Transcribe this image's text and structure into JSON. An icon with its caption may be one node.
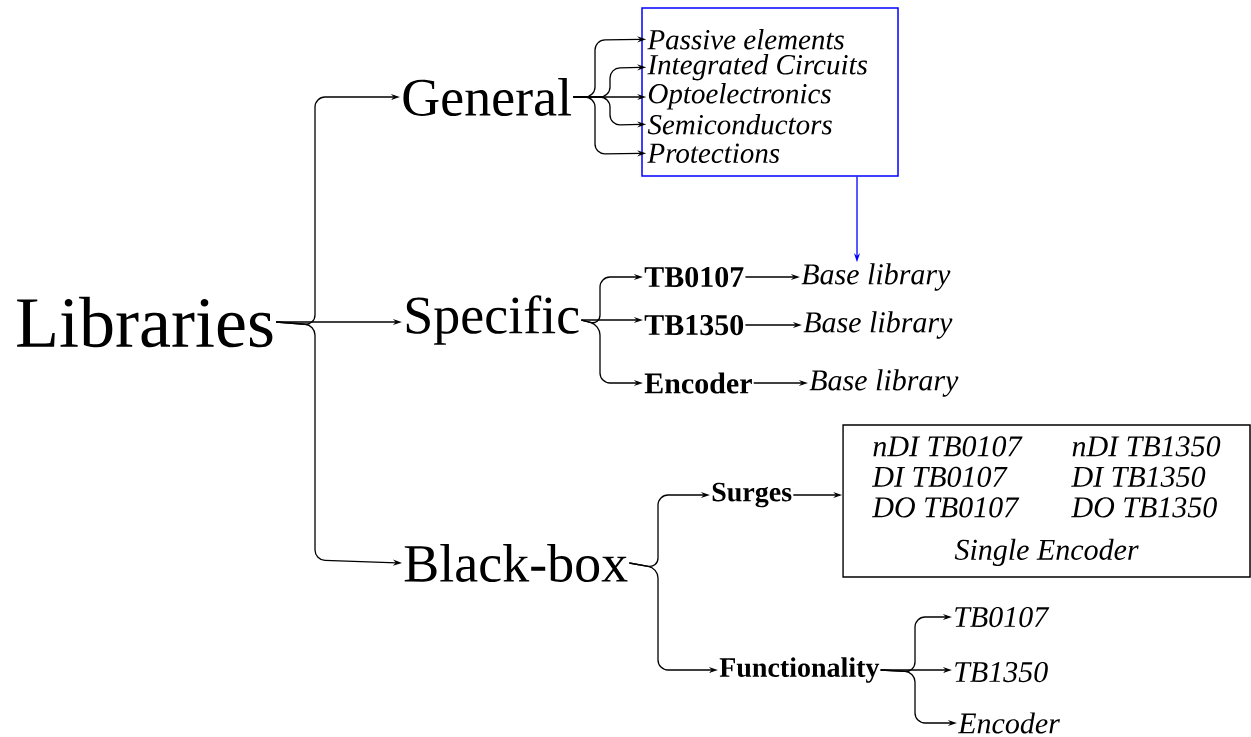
{
  "diagram": {
    "nodes": [
      {
        "text": [
          "Libraries"
        ]
      },
      {
        "text": [
          "General"
        ]
      },
      {
        "text": [
          "Specific"
        ]
      },
      {
        "text": [
          "Black-box"
        ]
      },
      {
        "text": [],
        "shape": "box"
      },
      {
        "text": [
          "Passive elements"
        ],
        "in": 4
      },
      {
        "text": [
          "Integrated Circuits"
        ],
        "in": 4
      },
      {
        "text": [
          "Optoelectronics"
        ],
        "in": 4
      },
      {
        "text": [
          "Semiconductors"
        ],
        "in": 4
      },
      {
        "text": [
          "Protections"
        ],
        "in": 4
      },
      {
        "text": [
          "TB0107"
        ]
      },
      {
        "text": [
          "TB1350"
        ]
      },
      {
        "text": [
          "Encoder"
        ]
      },
      {
        "text": [
          "Base library"
        ]
      },
      {
        "text": [
          "Base library"
        ]
      },
      {
        "text": [
          "Base library"
        ]
      },
      {
        "text": [
          "Surges"
        ]
      },
      {
        "text": [
          "nDI TB0107",
          "nDI TB1350",
          "DI TB0107",
          "DI TB1350",
          "DO TB0107",
          "DO TB1350",
          "Single Encoder"
        ]
      },
      {
        "text": [
          "Functionality"
        ]
      },
      {
        "text": [
          "TB0107"
        ]
      },
      {
        "text": [
          "TB1350"
        ]
      },
      {
        "text": [
          "Encoder"
        ]
      }
    ],
    "edges": [
      {
        "from": 0,
        "to": 1,
        "arrow": "to"
      },
      {
        "from": 0,
        "to": 2,
        "arrow": "to"
      },
      {
        "from": 0,
        "to": 3,
        "arrow": "to"
      },
      {
        "from": 1,
        "to": 5,
        "arrow": "to"
      },
      {
        "from": 1,
        "to": 6,
        "arrow": "to"
      },
      {
        "from": 1,
        "to": 7,
        "arrow": "to"
      },
      {
        "from": 1,
        "to": 8,
        "arrow": "to"
      },
      {
        "from": 1,
        "to": 9,
        "arrow": "to"
      },
      {
        "from": 4,
        "to": 13,
        "arrow": "to",
        "color": "#0000ff"
      },
      {
        "from": 2,
        "to": 10,
        "arrow": "to"
      },
      {
        "from": 2,
        "to": 11,
        "arrow": "to"
      },
      {
        "from": 2,
        "to": 12,
        "arrow": "to"
      },
      {
        "from": 10,
        "to": 13,
        "arrow": "to"
      },
      {
        "from": 11,
        "to": 14,
        "arrow": "to"
      },
      {
        "from": 12,
        "to": 15,
        "arrow": "to"
      },
      {
        "from": 3,
        "to": 16,
        "arrow": "to"
      },
      {
        "from": 3,
        "to": 18,
        "arrow": "to"
      },
      {
        "from": 16,
        "to": 17,
        "arrow": "to"
      },
      {
        "from": 18,
        "to": 19,
        "arrow": "to"
      },
      {
        "from": 18,
        "to": 20,
        "arrow": "to"
      },
      {
        "from": 18,
        "to": 21,
        "arrow": "to"
      }
    ]
  }
}
